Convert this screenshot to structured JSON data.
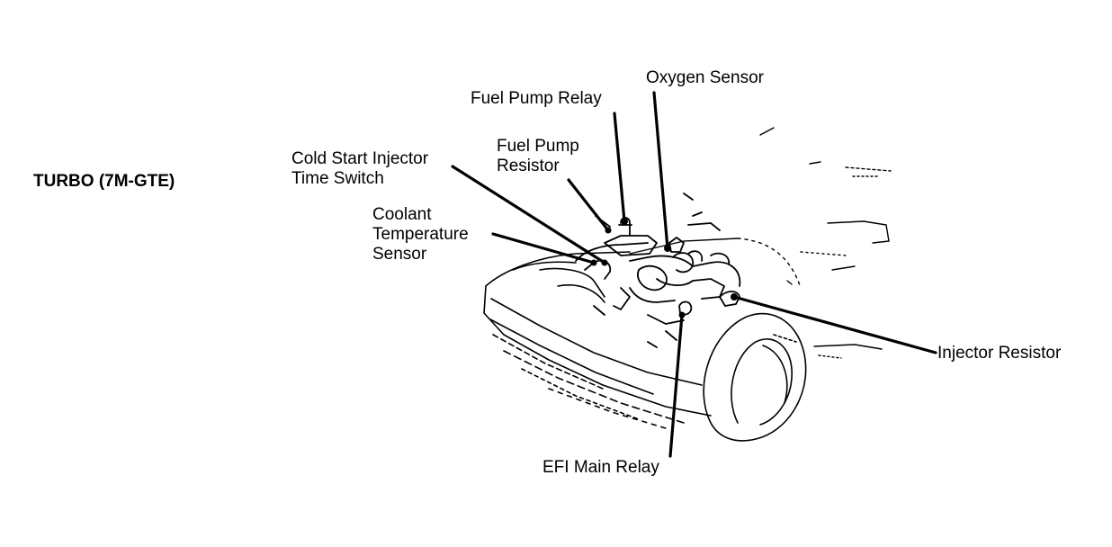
{
  "title": "TURBO (7M-GTE)",
  "labels": {
    "oxygen_sensor": "Oxygen Sensor",
    "fuel_pump_relay": "Fuel Pump Relay",
    "fuel_pump_resistor_line1": "Fuel Pump",
    "fuel_pump_resistor_line2": "Resistor",
    "cold_start_line1": "Cold Start Injector",
    "cold_start_line2": "Time Switch",
    "coolant_line1": "Coolant",
    "coolant_line2": "Temperature",
    "coolant_line3": "Sensor",
    "injector_resistor": "Injector Resistor",
    "efi_main_relay": "EFI Main Relay"
  },
  "colors": {
    "ink": "#000000",
    "background": "#ffffff"
  }
}
